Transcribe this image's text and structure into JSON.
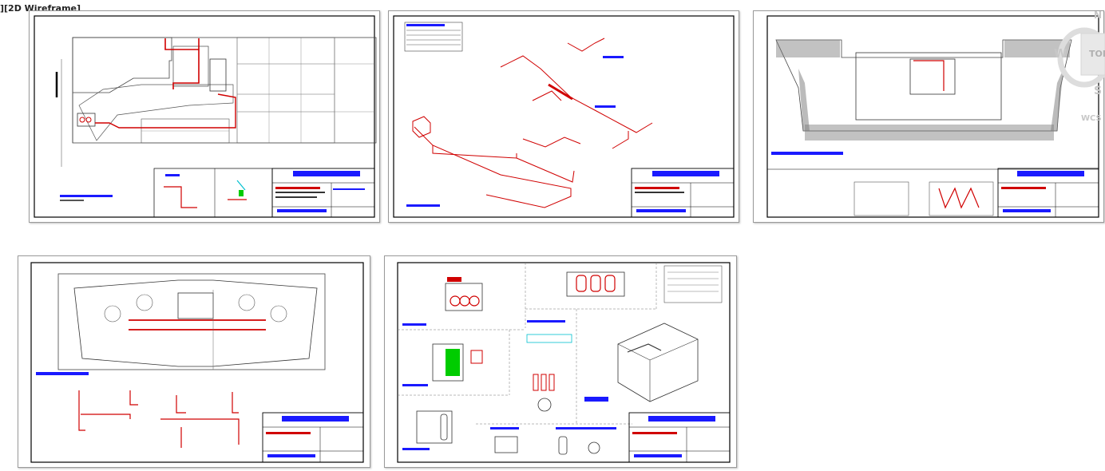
{
  "viewport": {
    "label": "][2D Wireframe]"
  },
  "viewcube": {
    "north": "N",
    "west": "W",
    "top": "TOP",
    "south": "S",
    "wcs": "WCS"
  },
  "sheets": [
    {
      "id": "sheet-1"
    },
    {
      "id": "sheet-2"
    },
    {
      "id": "sheet-3"
    },
    {
      "id": "sheet-4"
    },
    {
      "id": "sheet-5"
    }
  ],
  "colors": {
    "pipe": "#d00000",
    "title_blue": "#1a1aff",
    "highlight_green": "#00cc00",
    "cyan": "#00c0d0",
    "linework": "#333333"
  }
}
